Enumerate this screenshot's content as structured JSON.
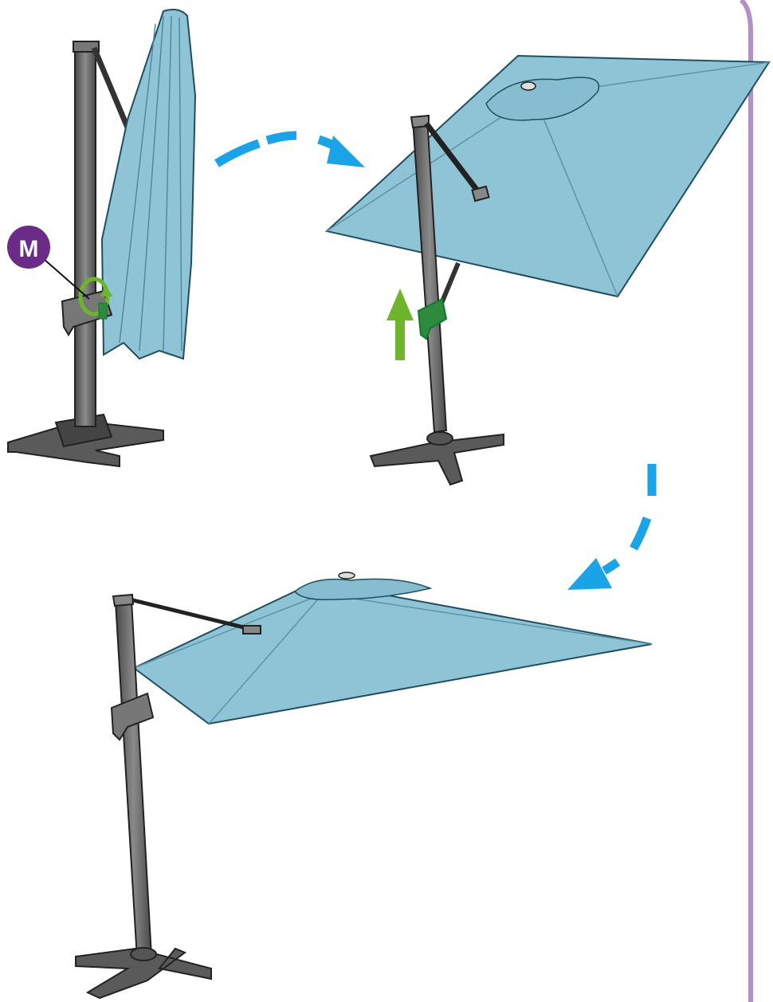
{
  "callout": {
    "letter": "M"
  },
  "colors": {
    "canopy": "#8fc4d6",
    "canopy_shadow": "#76aec2",
    "pole": "#6b6b6b",
    "pole_dark": "#3a3a3a",
    "arrow_blue": "#1aa3e6",
    "arrow_green": "#6fb52c",
    "handle_green": "#2e8b3e",
    "callout_purple": "#6a2c86",
    "frame_purple": "#b48fc8"
  },
  "icons": {
    "step1": "closed-cantilever-umbrella",
    "step2": "raised-open-canopy",
    "step3": "open-cantilever-umbrella",
    "arrow1": "curved-dashed-arrow-right",
    "arrow2": "curved-dashed-arrow-down-left",
    "lift": "up-arrow"
  }
}
